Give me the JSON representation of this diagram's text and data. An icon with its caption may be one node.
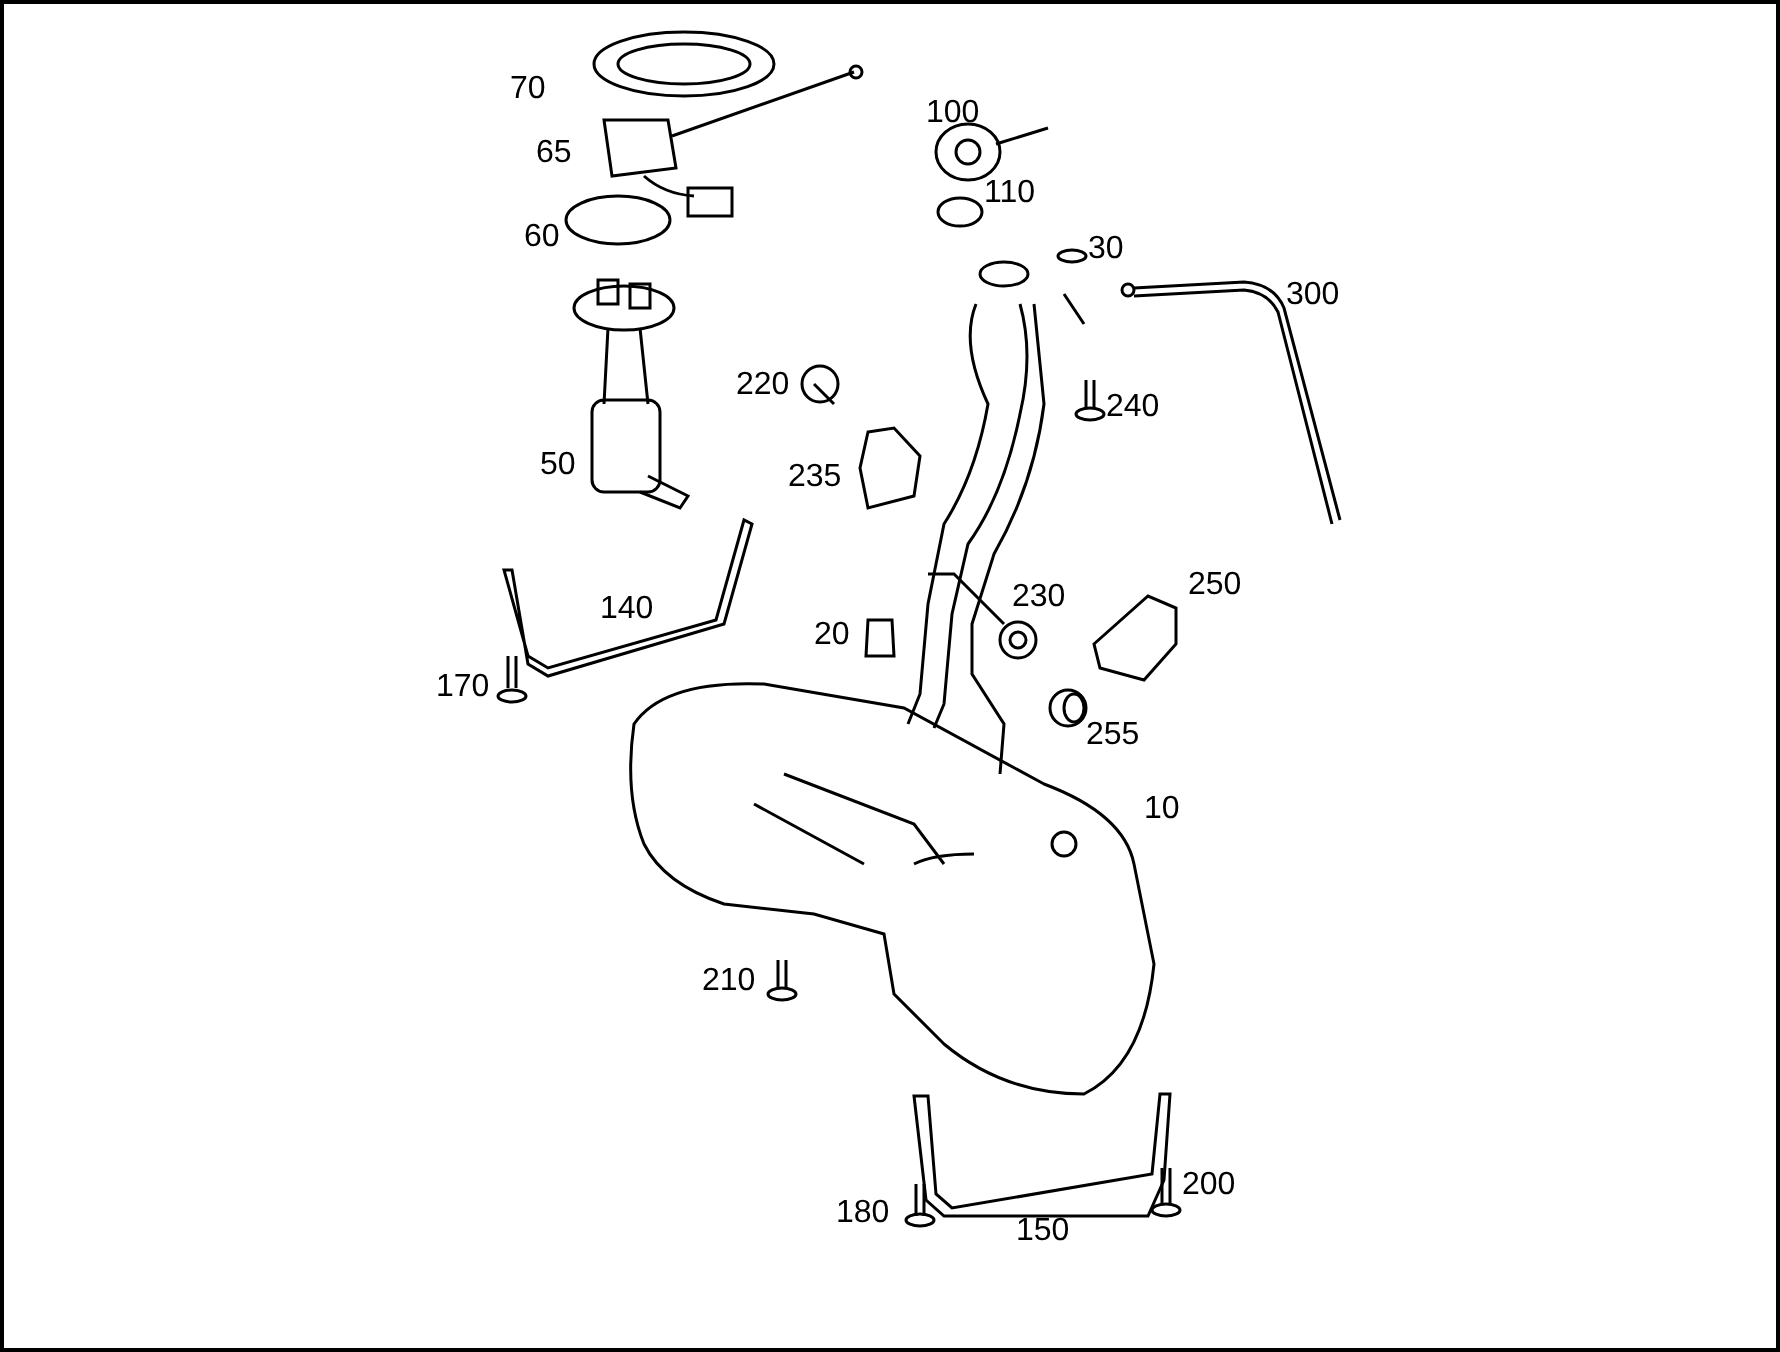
{
  "diagram": {
    "labels": [
      "70",
      "100",
      "65",
      "110",
      "60",
      "30",
      "300",
      "220",
      "240",
      "235",
      "50",
      "230",
      "140",
      "20",
      "250",
      "170",
      "255",
      "10",
      "210",
      "200",
      "180",
      "150"
    ]
  }
}
